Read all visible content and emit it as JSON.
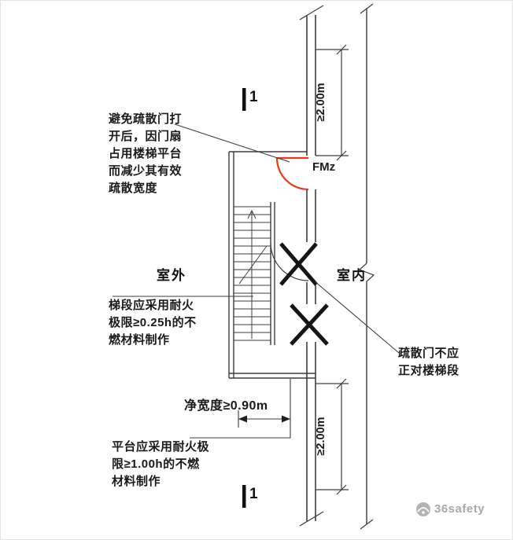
{
  "diagram": {
    "annotations": {
      "door_swing_note": "避免疏散门打开后，因门扇占用楼梯平台而减少其有效疏散宽度",
      "stair_flight_note": "梯段应采用耐火极限≥0.25h的不燃材料制作",
      "platform_note": "平台应采用耐火极限≥1.00h的不燃材料制作",
      "door_facing_note": "疏散门不应正对楼梯段",
      "clear_width_label": "净宽度≥0.90m",
      "outdoor_label": "室外",
      "indoor_label": "室内",
      "door_tag": "FMz",
      "dim_upper": "≥2.00m",
      "dim_lower": "≥2.00m",
      "section_mark_top": "1",
      "section_mark_bottom": "1"
    },
    "watermark": {
      "text": "36safety"
    },
    "colors": {
      "door_accent": "#e8391a",
      "line_color": "#3d3d3d",
      "text_color": "#1a1a1a",
      "watermark_color": "#a9a9a9"
    }
  }
}
